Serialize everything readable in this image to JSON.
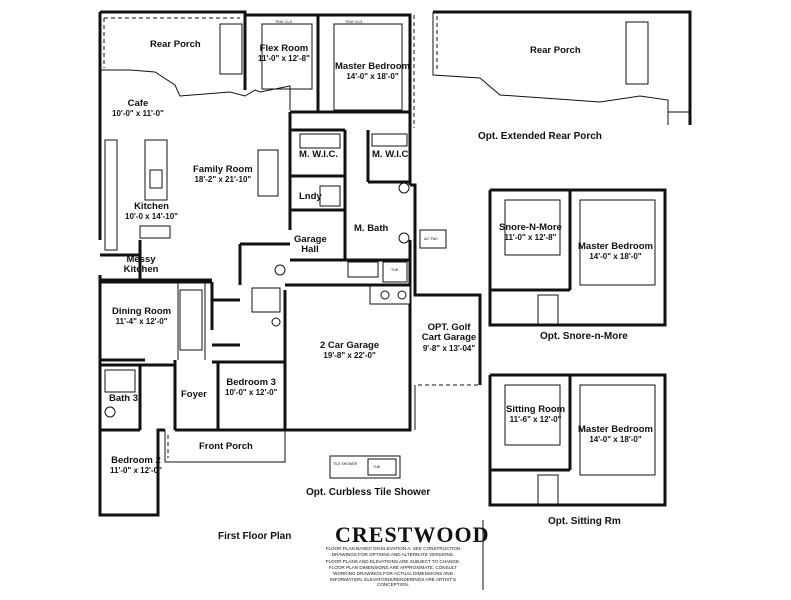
{
  "plan_name": "CRESTWOOD",
  "floor_label": "First Floor Plan",
  "disclaimer": {
    "line1": "Floor plan based on Elevation A. See construction drawings for options and alternate versions.",
    "line2": "Floor plans and elevations are subject to change. Floor plan dimensions are approximate. Consult working drawings for actual dimensions and information. Elevations/renderings are artist's conception."
  },
  "rooms": {
    "rear_porch": {
      "name": "Rear Porch"
    },
    "flex_room": {
      "name": "Flex Room",
      "dims": "11'-0\" x 12'-8\""
    },
    "master_bedroom": {
      "name": "Master Bedroom",
      "dims": "14'-0\" x 18'-0\""
    },
    "cafe": {
      "name": "Cafe",
      "dims": "10'-0\" x 11'-0\""
    },
    "family_room": {
      "name": "Family Room",
      "dims": "18'-2\" x 21'-10\""
    },
    "mwic_left": {
      "name": "M. W.I.C."
    },
    "mwic_right": {
      "name": "M. W.I.C."
    },
    "laundry": {
      "name": "Lndy"
    },
    "kitchen": {
      "name": "Kitchen",
      "dims": "10'-0 x 14'-10\""
    },
    "m_bath": {
      "name": "M. Bath"
    },
    "garage_hall": {
      "name": "Garage Hall"
    },
    "messy_kitchen": {
      "name": "Messy Kitchen"
    },
    "dining_room": {
      "name": "Dining Room",
      "dims": "11'-4\" x 12'-0\""
    },
    "two_car_garage": {
      "name": "2 Car Garage",
      "dims": "19'-8\" x 22'-0\""
    },
    "golf_cart_garage": {
      "name": "OPT. Golf Cart Garage",
      "dims": "9'-8\" x 13'-04\""
    },
    "bedroom3": {
      "name": "Bedroom 3",
      "dims": "10'-0\" x 12'-0\""
    },
    "foyer": {
      "name": "Foyer"
    },
    "bath3": {
      "name": "Bath 3"
    },
    "front_porch": {
      "name": "Front Porch"
    },
    "bedroom2": {
      "name": "Bedroom 2",
      "dims": "11'-0\" x 12'-0\""
    },
    "opt_rear_porch": {
      "name": "Rear Porch"
    },
    "snore_n_more": {
      "name": "Snore-N-More",
      "dims": "11'-0\" x 12'-8\""
    },
    "snore_master": {
      "name": "Master Bedroom",
      "dims": "14'-0\" x 18'-0\""
    },
    "sitting_room": {
      "name": "Sitting Room",
      "dims": "11'-6\" x 12'-0\""
    },
    "sitting_master": {
      "name": "Master Bedroom",
      "dims": "14'-0\" x 18'-0\""
    }
  },
  "captions": {
    "extended_rear_porch": "Opt. Extended Rear Porch",
    "snore_n_more": "Opt. Snore-n-More",
    "sitting_rm": "Opt. Sitting Rm",
    "curbless_shower": "Opt. Curbless Tile Shower"
  },
  "fixtures": {
    "tray_ceiling": "TRAY CLG.",
    "tub": "TUB",
    "ac_pad": "A/C PAD",
    "tile_shower": "TILE SHOWER"
  }
}
